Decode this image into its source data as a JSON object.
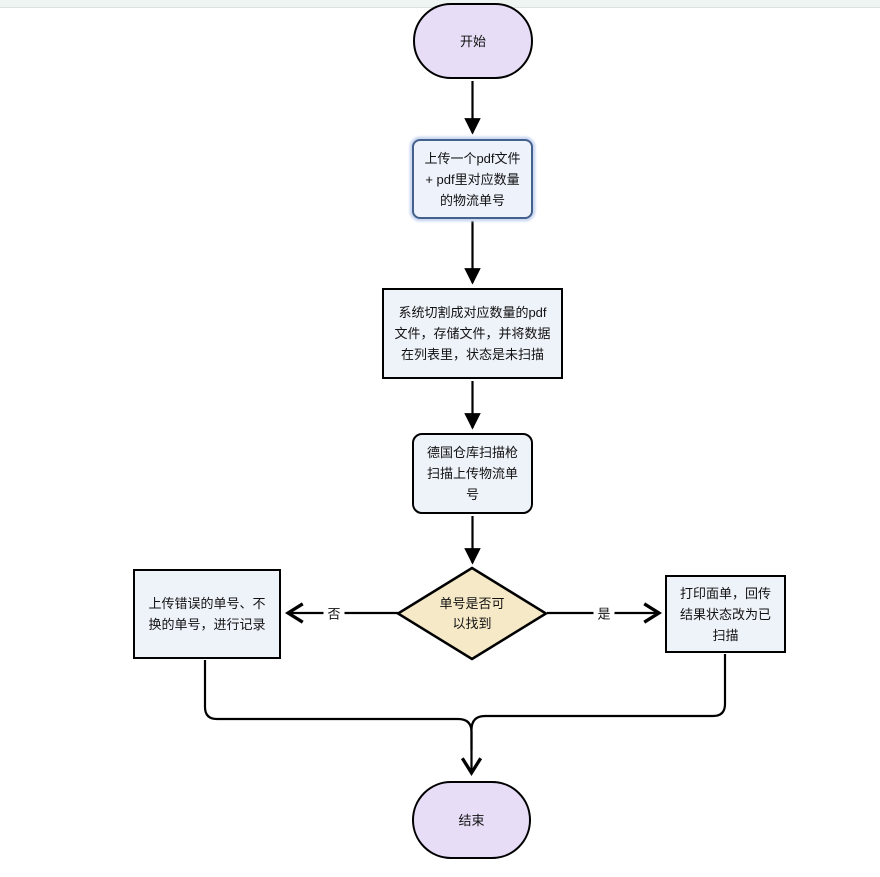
{
  "flowchart": {
    "nodes": {
      "start": {
        "label": "开始",
        "type": "terminal"
      },
      "upload": {
        "label": "上传一个pdf文件\n+ pdf里对应数量\n的物流单号",
        "type": "process-highlighted"
      },
      "split": {
        "label": "系统切割成对应数量的pdf\n文件，存储文件，并将数据\n在列表里，状态是未扫描",
        "type": "process"
      },
      "scan": {
        "label": "德国仓库扫描枪\n扫描上传物流单\n号",
        "type": "process"
      },
      "decision": {
        "label": "单号是否可\n以找到",
        "type": "decision"
      },
      "record": {
        "label": "上传错误的单号、不\n换的单号，进行记录",
        "type": "process"
      },
      "print": {
        "label": "打印面单，回传\n结果状态改为已\n扫描",
        "type": "process"
      },
      "end": {
        "label": "结束",
        "type": "terminal"
      }
    },
    "edge_labels": {
      "no": "否",
      "yes": "是"
    },
    "colors": {
      "terminal_fill": "#e7ddf6",
      "process_fill": "#eef2f9",
      "highlight_fill": "#edf2fb",
      "highlight_border": "#44618c",
      "highlight_glow": "#ccd8f2",
      "decision_fill": "#f6e9c8",
      "line": "#000000",
      "top_strip": "#eef4f1",
      "top_strip_border": "#d8e3de"
    }
  }
}
